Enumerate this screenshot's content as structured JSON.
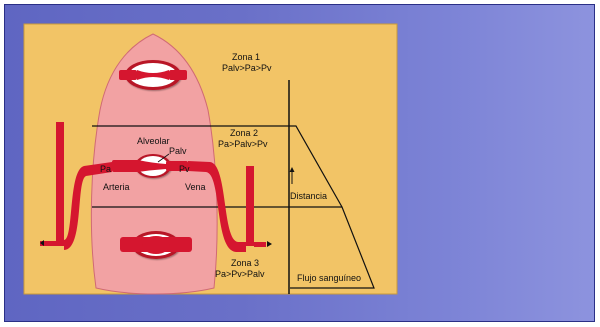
{
  "colors": {
    "panel": "#f2c466",
    "lung": "#f2a2a3",
    "vessel": "#d5162f",
    "background": "#6a70c8"
  },
  "zone1": {
    "title": "Zona 1",
    "formula": "Palv>Pa>Pv"
  },
  "zone2": {
    "title": "Zona 2",
    "formula": "Pa>Palv>Pv"
  },
  "zone3": {
    "title": "Zona 3",
    "formula": "Pa>Pv>Palv"
  },
  "labels": {
    "alveolar": "Alveolar",
    "palv": "Palv",
    "pa": "Pa",
    "pv": "Pv",
    "arteria": "Arteria",
    "vena": "Vena",
    "distancia": "Distancia",
    "flujo": "Flujo sanguíneo"
  }
}
